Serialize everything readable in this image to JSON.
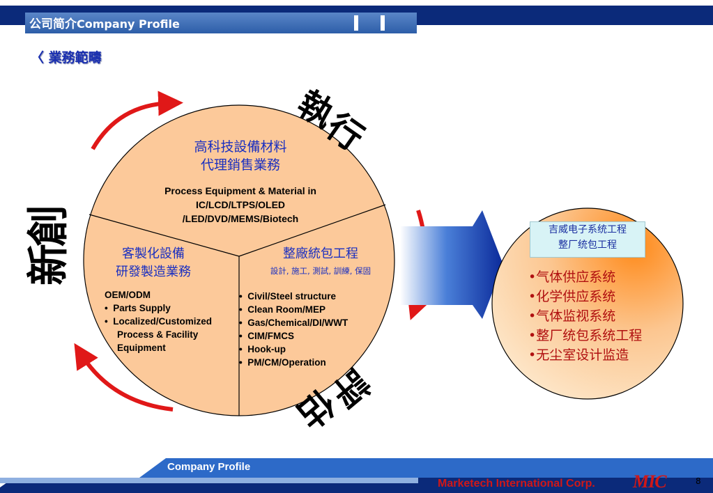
{
  "header": {
    "title_cn": "公司简介",
    "title_en": "Company Profile",
    "subtitle": "〈 業務範疇"
  },
  "side_labels": {
    "execute": [
      "執",
      "行"
    ],
    "innovate": [
      "創",
      "新"
    ],
    "evaluate": [
      "評",
      "估"
    ]
  },
  "circle": {
    "top": {
      "title_lines": [
        "高科技設備材料",
        "代理銷售業務"
      ],
      "desc_lines": [
        "Process Equipment & Material in",
        "IC/LCD/LTPS/OLED",
        "/LED/DVD/MEMS/Biotech"
      ]
    },
    "left": {
      "title_lines": [
        "客製化設備",
        "研發製造業務"
      ],
      "heading": "OEM/ODM",
      "items": [
        "Parts Supply",
        "Localized/Customized",
        "Process & Facility",
        "Equipment"
      ]
    },
    "right": {
      "title": "整廠統包工程",
      "subtitle": "設計, 施工, 測試, 訓練, 保固",
      "items": [
        "Civil/Steel structure",
        "Clean Room/MEP",
        "Gas/Chemical/DI/WWT",
        "CIM/FMCS",
        "Hook-up",
        "PM/CM/Operation"
      ]
    }
  },
  "china_circle": {
    "box_lines": [
      "吉威电子系统工程",
      "整厂统包工程"
    ],
    "items": [
      "•气体供应系统",
      "•化学供应系统",
      "•气体监视系统",
      "•整厂统包系统工程",
      "•无尘室设计监造"
    ]
  },
  "footer": {
    "label": "Company Profile",
    "corp": "Marketech International Corp.",
    "logo": "MIC",
    "page": "8"
  },
  "colors": {
    "navy": "#0b2a7a",
    "title_bar": "#2d5ea8",
    "peach": "#fcc99a",
    "red": "#e01818",
    "blue_text": "#1a2fc0"
  }
}
